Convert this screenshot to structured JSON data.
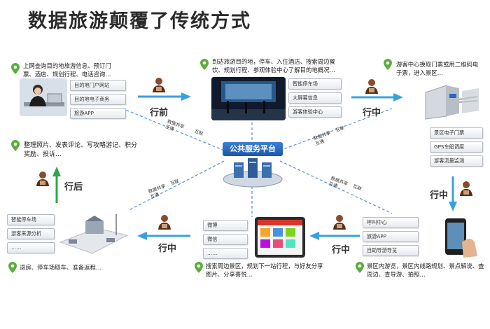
{
  "title": "数据旅游颠覆了传统方式",
  "platform": {
    "label": "公共服务平台"
  },
  "panels": {
    "pre_trip": {
      "desc": "上网查询目的地旅游信息、预订门票、酒店、规划行程、电话咨询…",
      "items": [
        "目的地门户网站",
        "目的地电子商务",
        "旅游APP"
      ]
    },
    "arrive": {
      "desc": "到达旅游目的地，停车、入住酒店、搜索周边餐饮、规划行程、参观体验中心了解目的地概况…",
      "items": [
        "智能停车场",
        "大屏幕信息",
        "游客体验中心"
      ]
    },
    "gate": {
      "desc": "游客中心换取门票或用二维码电子票，进入景区…",
      "items": [
        "景区电子门票",
        "GPS车船调度",
        "游客流量监测"
      ]
    },
    "in_scenic": {
      "desc": "景区内游览，景区内线路规划、景点解说、查周边、查导游、拍照…",
      "items": [
        "呼叫中心",
        "旅游APP",
        "自助导游导览"
      ]
    },
    "share": {
      "desc": "搜索周边景区，规划下一站行程，与好友分享图片、分享喜悦…",
      "items": [
        "微博",
        "微信",
        "……"
      ]
    },
    "leave": {
      "desc": "退房、停车场取车、准备返程…",
      "items": [
        "智能停车场",
        "游客来源分析",
        "……"
      ]
    },
    "post_trip": {
      "desc": "整理照片、发表评论、写攻略游记、积分奖励、投诉…"
    }
  },
  "stages": {
    "before": "行前",
    "during_1": "行中",
    "during_2": "行中",
    "during_3": "行中",
    "during_4": "行中",
    "after": "行后"
  },
  "link_labels": {
    "top_left": [
      "数据共享",
      "互联",
      "互通"
    ],
    "top_right": [
      "数据共享",
      "互联",
      "互通"
    ],
    "bottom_left": [
      "数据共享",
      "互联",
      "互通"
    ],
    "bottom_right": [
      "数据共享",
      "互联",
      "互通"
    ]
  },
  "colors": {
    "arrow_blue": "#3aa0dd",
    "arrow_green": "#2aa84a",
    "pin_green": "#5aae3c",
    "platform_blue": "#2a68bf",
    "dash_blue": "#5b8fd6"
  }
}
